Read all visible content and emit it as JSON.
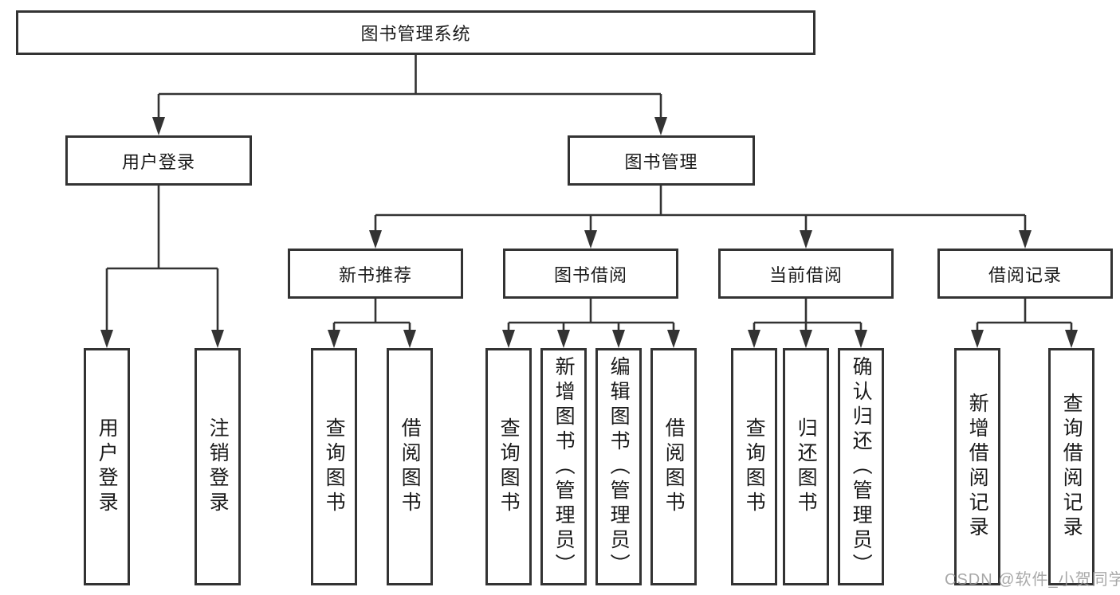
{
  "colors": {
    "background": "#ffffff",
    "line": "#333333",
    "box_border": "#333333",
    "box_fill": "#ffffff",
    "text": "#1a1a1a",
    "watermark": "#9a9a9a"
  },
  "watermark": "CSDN @软件_小贺同学",
  "tree": {
    "root": {
      "label": "图书管理系统"
    },
    "branches": [
      {
        "label": "用户登录",
        "children": [
          {
            "label": "用户登录"
          },
          {
            "label": "注销登录"
          }
        ]
      },
      {
        "label": "图书管理",
        "children": [
          {
            "label": "新书推荐",
            "children": [
              {
                "label": "查询图书"
              },
              {
                "label": "借阅图书"
              }
            ]
          },
          {
            "label": "图书借阅",
            "children": [
              {
                "label": "查询图书"
              },
              {
                "label": "新增图书（管理员）"
              },
              {
                "label": "编辑图书（管理员）"
              },
              {
                "label": "借阅图书"
              }
            ]
          },
          {
            "label": "当前借阅",
            "children": [
              {
                "label": "查询图书"
              },
              {
                "label": "归还图书"
              },
              {
                "label": "确认归还（管理员）"
              }
            ]
          },
          {
            "label": "借阅记录",
            "children": [
              {
                "label": "新增借阅记录"
              },
              {
                "label": "查询借阅记录"
              }
            ]
          }
        ]
      }
    ]
  }
}
